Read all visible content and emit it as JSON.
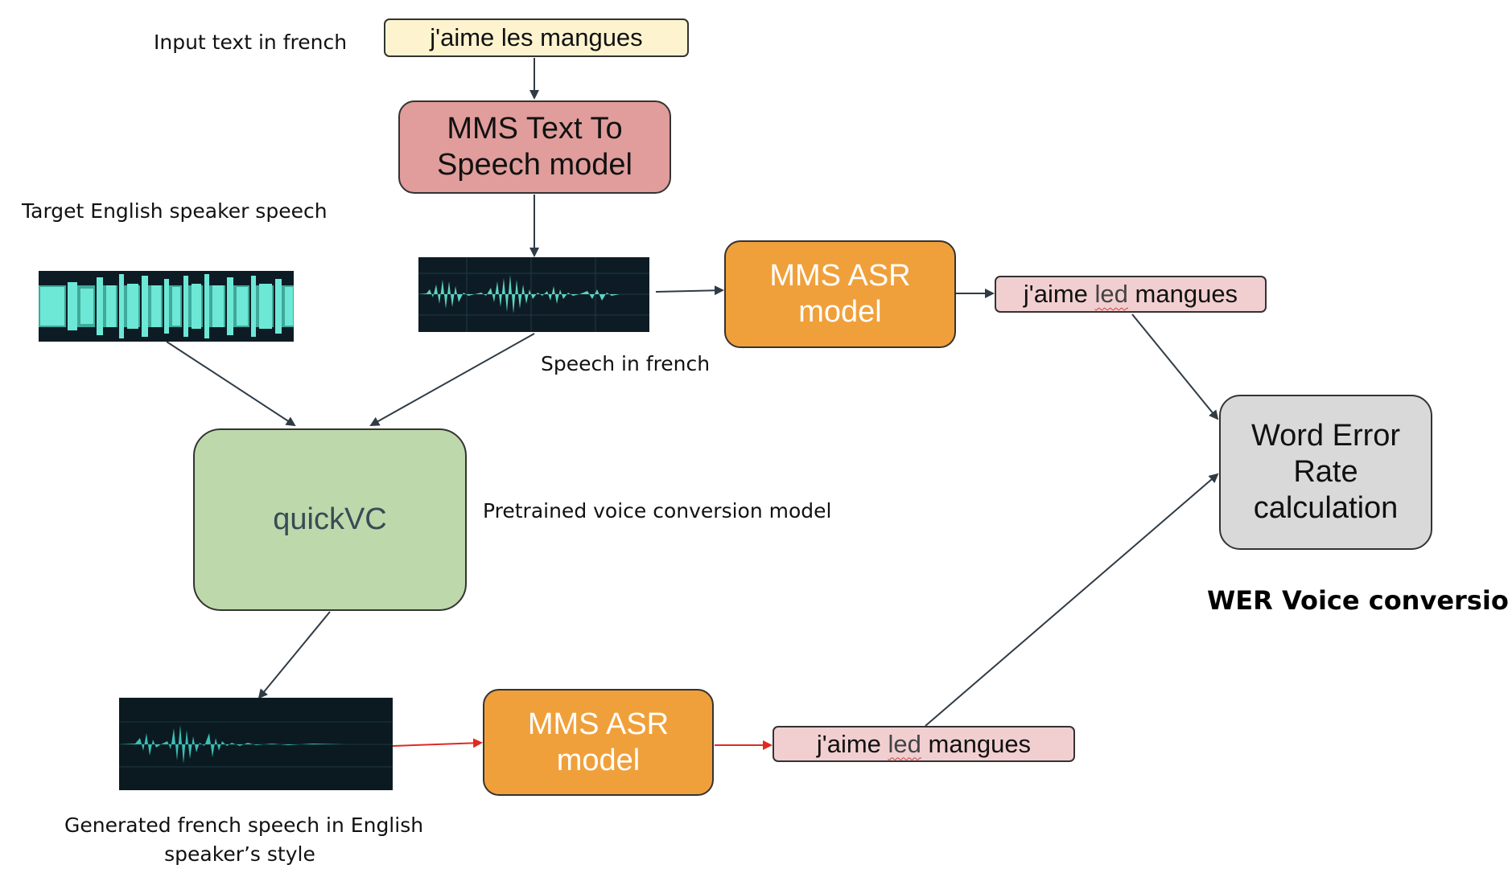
{
  "labels": {
    "input_text": "Input text in french",
    "target_speaker": "Target English speaker speech",
    "speech_french": "Speech in french",
    "pretrained_vc": "Pretrained voice conversion model",
    "generated_line1": "Generated french speech in English",
    "generated_line2": "speaker’s style",
    "diagram_title": "WER Voice conversion"
  },
  "nodes": {
    "input_text": "j'aime les mangues",
    "tts_line1": "MMS Text To",
    "tts_line2": "Speech model",
    "asr_top_line1": "MMS ASR",
    "asr_top_line2": "model",
    "asr_bottom_line1": "MMS ASR",
    "asr_bottom_line2": "model",
    "output_top": {
      "pre": "j'aime ",
      "err": "led",
      "post": " mangues"
    },
    "output_bottom": {
      "pre": "j'aime ",
      "err": "led",
      "post": " mangues"
    },
    "quickvc": "quickVC",
    "wer_line1": "Word Error",
    "wer_line2": "Rate",
    "wer_line3": "calculation"
  },
  "colors": {
    "input_fill": "#fdf4cf",
    "tts_fill": "#e09d9b",
    "asr_fill": "#f0a03a",
    "output_fill": "#f1cfd0",
    "quickvc_fill": "#bdd8ab",
    "wer_fill": "#d9d9d9",
    "arrow_dark": "#2f3b45",
    "arrow_red": "#e02a20",
    "wave_teal": "#5ed3c3",
    "wave_bg": "#0d1c24"
  }
}
